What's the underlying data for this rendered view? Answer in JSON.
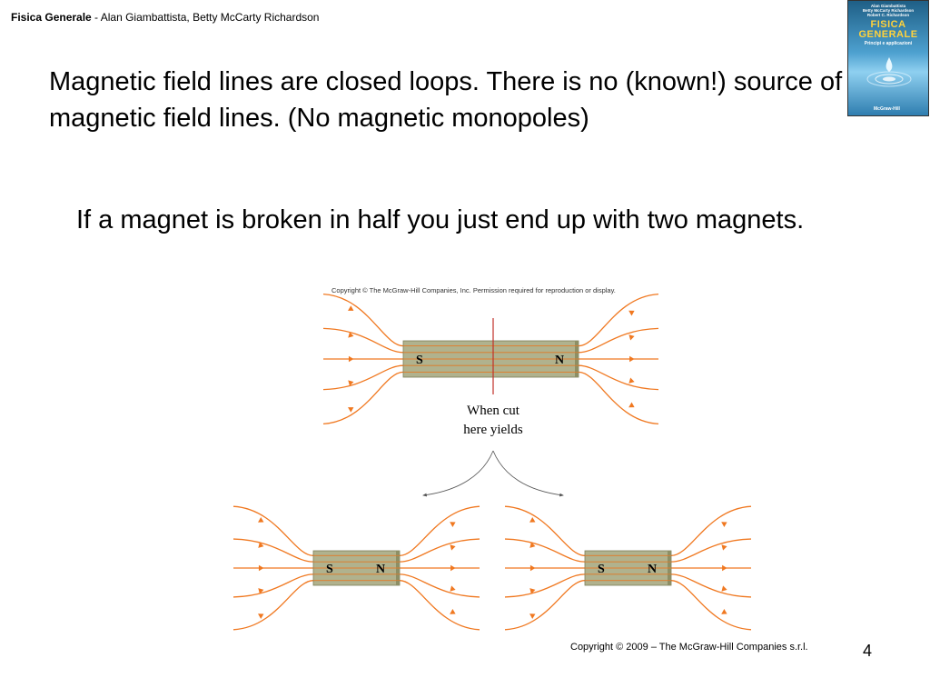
{
  "header": {
    "book_title": "Fisica Generale",
    "authors": " - Alan Giambattista, Betty McCarty Richardson"
  },
  "cover": {
    "authors_lines": [
      "Alan Giambattista",
      "Betty McCarty Richardson",
      "Robert C. Richardson"
    ],
    "title_line1": "FISICA",
    "title_line2": "GENERALE",
    "subtitle": "Principi e applicazioni",
    "publisher": "McGraw-Hill"
  },
  "slide": {
    "title": "Magnetic field lines are closed loops.  There is no (known!) source of magnetic field lines.  (No magnetic monopoles)",
    "point": "If a magnet is broken in half you just end up with two magnets."
  },
  "figure": {
    "copyright": "Copyright © The McGraw-Hill Companies, Inc. Permission required for reproduction or display.",
    "caption_line1": "When cut",
    "caption_line2": "here yields",
    "top_magnet": {
      "south": "S",
      "north": "N"
    },
    "left_magnet": {
      "south": "S",
      "north": "N"
    },
    "right_magnet": {
      "south": "S",
      "north": "N"
    }
  },
  "colors": {
    "field_line": "#f07820",
    "magnet_body": "#a2a47a",
    "cut_line": "#c03028"
  },
  "footer": {
    "copyright": "Copyright © 2009 – The McGraw-Hill Companies s.r.l.",
    "page_number": "4"
  }
}
